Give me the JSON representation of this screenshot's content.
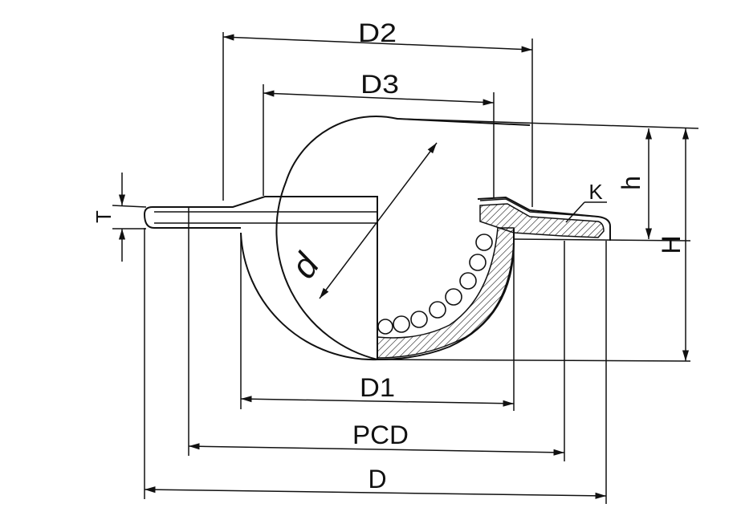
{
  "diagram": {
    "labels": {
      "D2": "D2",
      "D3": "D3",
      "D1": "D1",
      "PCD": "PCD",
      "D": "D",
      "d": "d",
      "h": "h",
      "H": "H",
      "K": "K",
      "T": "T"
    },
    "colors": {
      "ink": "#111111",
      "background": "#ffffff"
    }
  }
}
